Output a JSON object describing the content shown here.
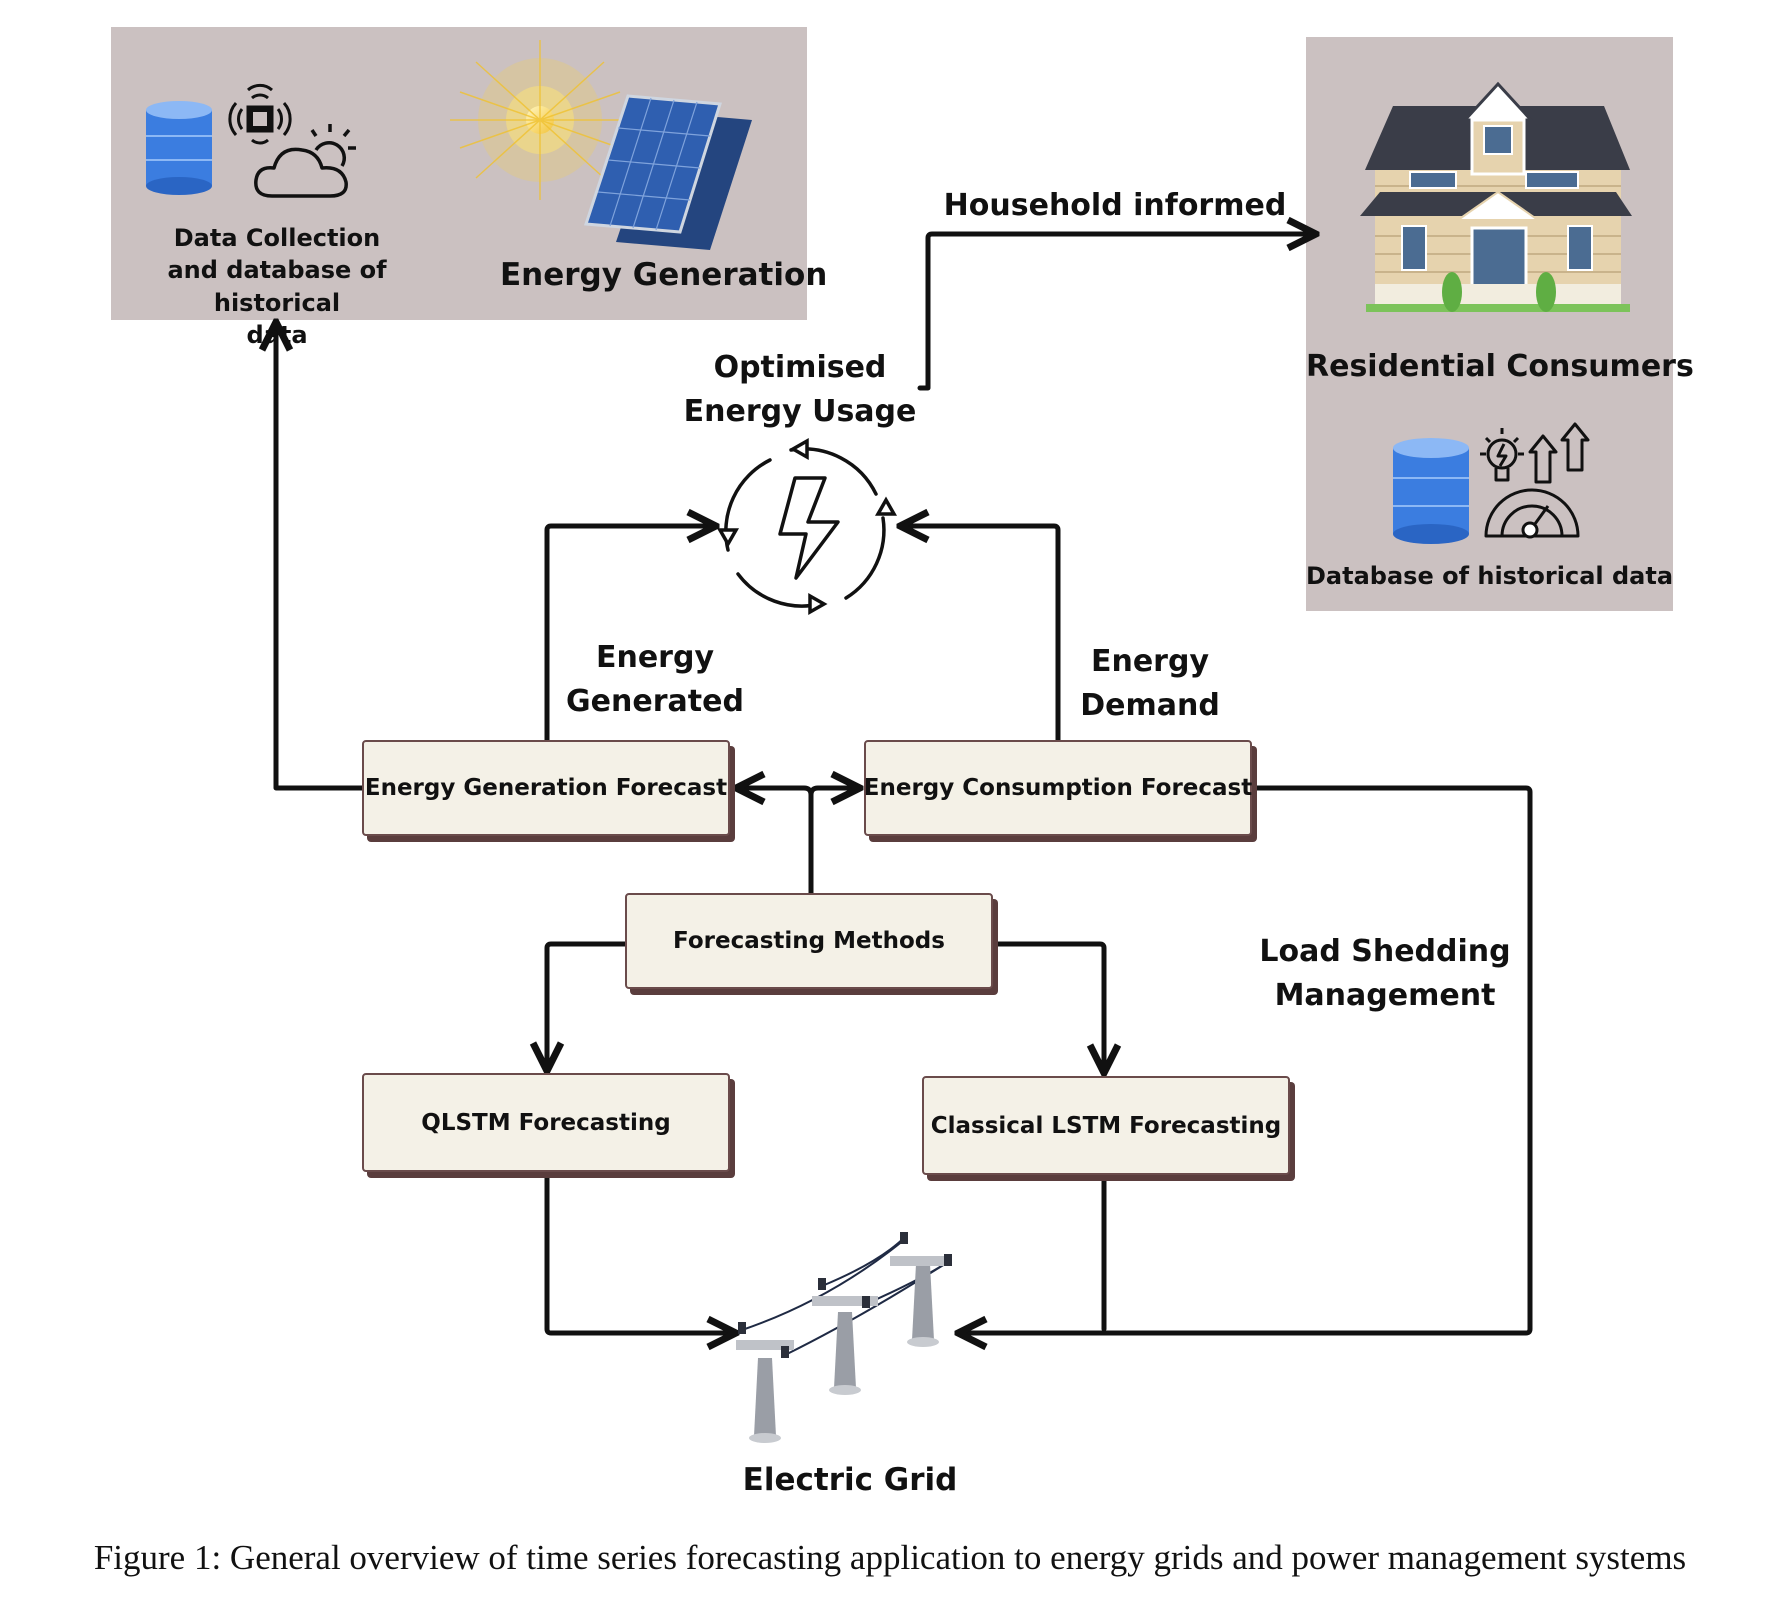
{
  "panels": {
    "left": {
      "data_collection_label": "Data Collection\nand database of historical\ndata",
      "energy_generation_label": "Energy Generation"
    },
    "right": {
      "residential_label": "Residential Consumers",
      "database_label": "Database of historical data"
    }
  },
  "labels": {
    "household_informed": "Household informed",
    "optimised_energy_usage": "Optimised\nEnergy Usage",
    "energy_generated": "Energy\nGenerated",
    "energy_demand": "Energy\nDemand",
    "load_shedding": "Load Shedding\nManagement",
    "electric_grid": "Electric Grid"
  },
  "boxes": {
    "generation_forecast": "Energy Generation Forecast",
    "consumption_forecast": "Energy Consumption Forecast",
    "forecasting_methods": "Forecasting Methods",
    "qlstm": "QLSTM Forecasting",
    "classical_lstm": "Classical LSTM Forecasting"
  },
  "caption": "Figure 1: General overview of time series forecasting application to energy grids and power management systems",
  "colors": {
    "panel_bg": "#cbc1c1",
    "box_bg": "#f4f1e7",
    "box_shadow": "#5a3d3d",
    "database_blue": "#3b7de0",
    "solar_panel": "#2f5fb0"
  }
}
